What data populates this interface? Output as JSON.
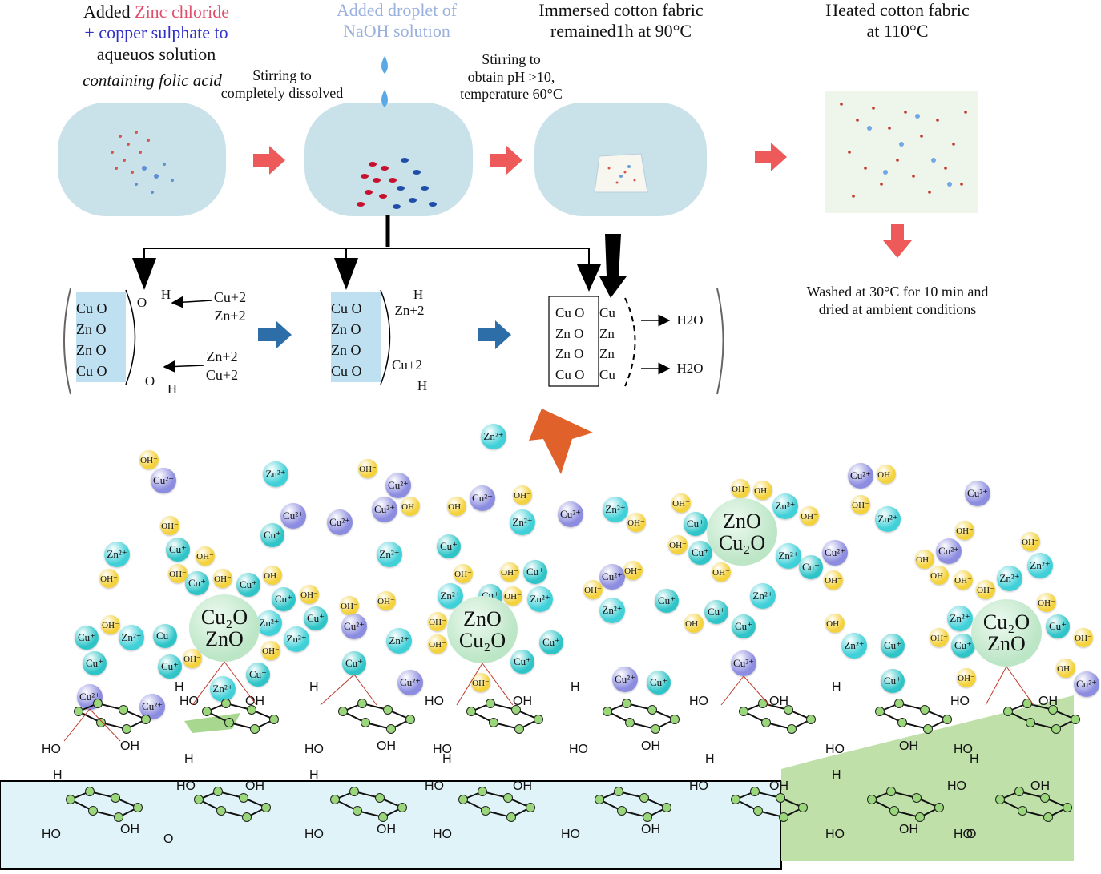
{
  "colors": {
    "solution": "#c9e2ea",
    "red_arrow": "#ee5a5a",
    "blue_arrow": "#2e6ea8",
    "orange_arrow": "#e0612a",
    "zn_ion": "#3fd0d8",
    "cu2_ion": "#8c8ce0",
    "cuplus_ion": "#2fc5c8",
    "oh_ion": "#f4d23c",
    "nanoparticle": "#bde6c7",
    "cellulose_node": "#9ad67a",
    "fabric_layer": "#dff3f7",
    "fabric_green": "#b8dca0"
  },
  "steps": {
    "s1": {
      "part1": "Added ",
      "part2": "Zinc chloride",
      "line2": "+ copper sulphate to",
      "line3": "aqueuos solution",
      "line4": "containing folic acid"
    },
    "s2": {
      "line1": "Added droplet of",
      "line2": "NaOH solution"
    },
    "s3": {
      "line1": "Immersed cotton fabric",
      "line2": "remained1h at 90°C"
    },
    "s4": {
      "line1": "Heated cotton fabric",
      "line2": "at 110°C"
    }
  },
  "notes": {
    "stir1": {
      "line1": "Stirring to",
      "line2": "completely dissolved"
    },
    "stir2": {
      "line1": "Stirring to",
      "line2": "obtain pH >10,",
      "line3": "temperature 60°C"
    },
    "wash": {
      "line1": "Washed at 30°C for 10 min and",
      "line2": "dried at ambient conditions"
    }
  },
  "mechanism": {
    "box1_rows": [
      "Cu O",
      "Zn  O",
      "Zn  O",
      "Cu  O"
    ],
    "box1_ions_top": [
      "Cu+2",
      "Zn+2"
    ],
    "box1_ions_bottom": [
      "Zn+2",
      "Cu+2"
    ],
    "box2_rows": [
      "Cu O",
      "Zn  O",
      "Zn  O",
      "Cu  O"
    ],
    "box2_ions": [
      "Zn+2",
      "Cu+2"
    ],
    "box3_rows": [
      "Cu O",
      "Zn  O",
      "Zn  O",
      "Cu  O"
    ],
    "box3_metals": [
      "Cu",
      "Zn",
      "Zn",
      "Cu"
    ],
    "h_label": "H",
    "oh_label": "O",
    "water": "H2O"
  },
  "ions": {
    "zn": "Zn²⁺",
    "cu2": "Cu²⁺",
    "cu1": "Cu⁺",
    "oh": "OH⁻"
  },
  "nanoparticles": [
    {
      "top": "Cu₂O",
      "bottom": "ZnO"
    },
    {
      "top": "ZnO",
      "bottom": "Cu₂O"
    },
    {
      "top": "ZnO",
      "bottom": "Cu₂O"
    },
    {
      "top": "Cu₂O",
      "bottom": "ZnO"
    }
  ],
  "cellulose": {
    "ho": "HO",
    "oh": "OH",
    "h": "H",
    "o": "O"
  }
}
